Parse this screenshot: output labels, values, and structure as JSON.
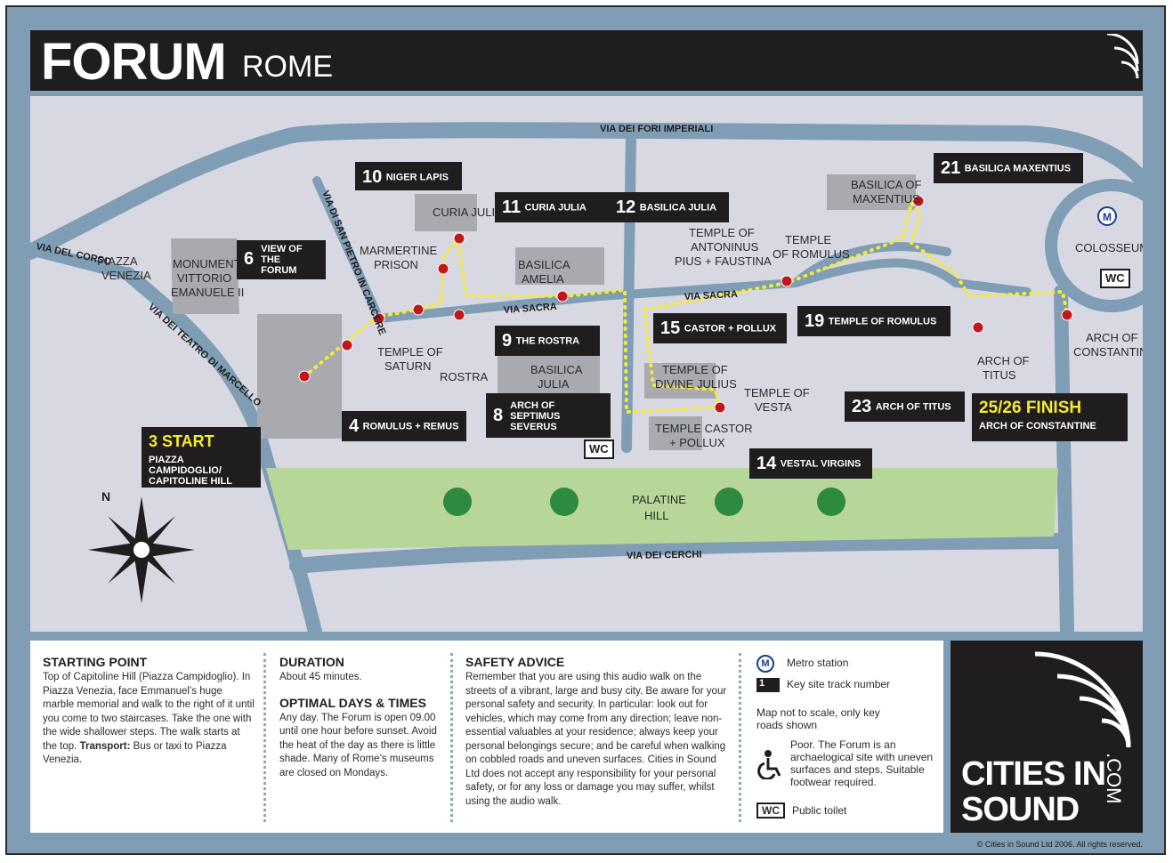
{
  "header": {
    "title": "FORUM",
    "subtitle": "ROME"
  },
  "roads": {
    "fori": "VIA DEI FORI IMPERIALI",
    "corso": "VIA DEL CORSO",
    "teatro": "VIA DEI TEATRO DI MARCELLO",
    "carcere": "VIA DI SAN PIETRO IN CARCERE",
    "sacra1": "VIA SACRA",
    "sacra2": "VIA SACRA",
    "cerchi": "VIA DEI CERCHI"
  },
  "places": {
    "piazza1": "PIAZZA",
    "piazza2": "VENEZIA",
    "mon1": "MONUMENT",
    "mon2": "VITTORIO",
    "mon3": "EMANUELE II",
    "curia": "CURIA JULIA",
    "marm1": "MARMERTINE",
    "marm2": "PRISON",
    "bam1": "BASILICA",
    "bam2": "AMELIA",
    "sat1": "TEMPLE OF",
    "sat2": "SATURN",
    "rostra": "ROSTRA",
    "bju1": "BASILICA",
    "bju2": "JULIA",
    "ant1": "TEMPLE OF",
    "ant2": "ANTONINUS",
    "ant3": "PIUS + FAUSTINA",
    "rom1": "TEMPLE",
    "rom2": "OF ROMULUS",
    "div1": "TEMPLE OF",
    "div2": "DIVINE JULIUS",
    "ves1": "TEMPLE OF",
    "ves2": "VESTA",
    "cas1": "TEMPLE CASTOR",
    "cas2": "+ POLLUX",
    "max1": "BASILICA OF",
    "max2": "MAXENTIUS",
    "colosseum": "COLOSSEUM",
    "tit1": "ARCH OF",
    "tit2": "TITUS",
    "con1": "ARCH OF",
    "con2": "CONSTANTINE",
    "pal1": "PALATINE",
    "pal2": "HILL",
    "wc": "WC",
    "metro": "M"
  },
  "stops": [
    {
      "num": "10",
      "name": "NIGER LAPIS"
    },
    {
      "num": "11",
      "name": "CURIA JULIA"
    },
    {
      "num": "12",
      "name": "BASILICA JULIA"
    },
    {
      "num": "21",
      "name": "BASILICA MAXENTIUS"
    },
    {
      "num": "6",
      "name1": "VIEW OF",
      "name2": "THE FORUM"
    },
    {
      "num": "9",
      "name": "THE ROSTRA"
    },
    {
      "num": "15",
      "name": "CASTOR + POLLUX"
    },
    {
      "num": "19",
      "name": "TEMPLE OF ROMULUS"
    },
    {
      "num": "4",
      "name": "ROMULUS + REMUS"
    },
    {
      "num": "8",
      "name1": "ARCH OF",
      "name2": "SEPTIMUS SEVERUS"
    },
    {
      "num": "23",
      "name": "ARCH OF TITUS"
    },
    {
      "num": "14",
      "name": "VESTAL VIRGINS"
    }
  ],
  "start": {
    "title": "3 START",
    "line1": "PIAZZA CAMPIDOGLIO/",
    "line2": "CAPITOLINE HILL"
  },
  "finish": {
    "title": "25/26 FINISH",
    "line1": "ARCH OF CONSTANTINE"
  },
  "compass": "N",
  "info": {
    "start_title": "STARTING POINT",
    "start_text": "Top of Capitoline Hill (Piazza Campidoglio). In Piazza Venezia, face Emmanuel’s huge marble memorial and walk to the right of it until you come to two staircases. Take the one with the wide shallower steps. The walk starts at the top.",
    "transport_label": "Transport:",
    "transport_text": "Bus or taxi to Piazza Venezia.",
    "duration_title": "DURATION",
    "duration_text": "About 45 minutes.",
    "optimal_title": "OPTIMAL DAYS & TIMES",
    "optimal_text": "Any day. The Forum is open 09.00 until one hour before sunset. Avoid the heat of the day as there is little shade. Many of Rome’s museums are closed on Mondays.",
    "safety_title": "SAFETY ADVICE",
    "safety_text": "Remember that you are using this audio walk on the streets of a vibrant, large and busy city. Be aware for your personal safety and security. In particular: look out for vehicles, which may come from any direction; leave non-essential valuables at your residence; always keep your personal belongings secure; and be careful when walking on cobbled roads and uneven surfaces. Cities in Sound Ltd does not accept any responsibility for your personal safety, or for any loss or damage you may suffer, whilst using the audio walk."
  },
  "legend": {
    "metro": "Metro station",
    "key_num": "1",
    "key": "Key site track number",
    "scale": "Map not to scale, only key roads shown",
    "access": "Poor. The Forum is an archaelogical site with uneven surfaces and steps. Suitable footwear required.",
    "wc": "Public toilet"
  },
  "brand": {
    "line1": "CITIES IN",
    "line2": "SOUND",
    "com": ".COM"
  },
  "copyright": "© Cities in Sound Ltd 2006. All rights reserved."
}
